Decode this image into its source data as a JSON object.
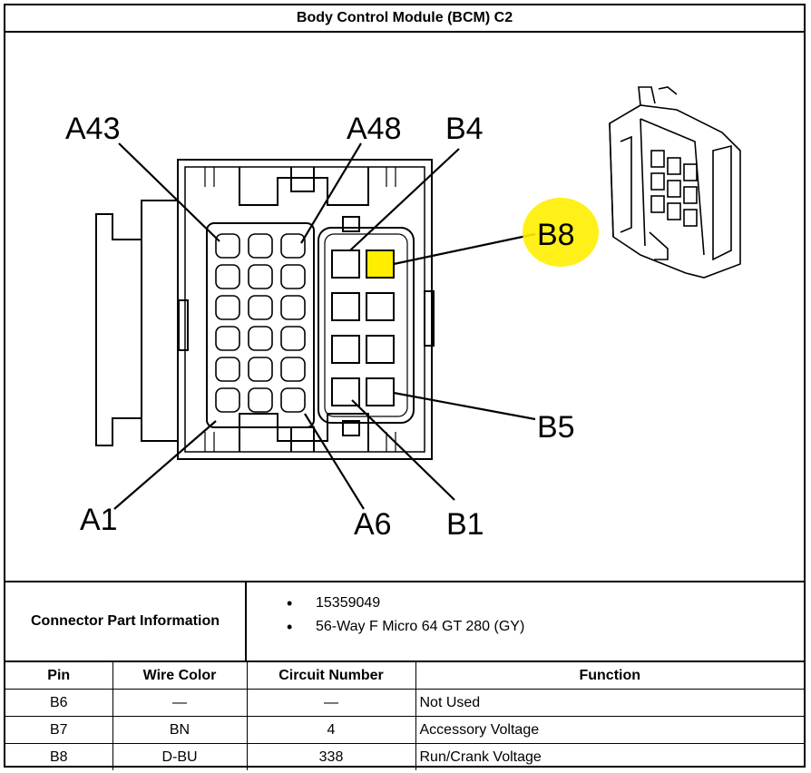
{
  "title": "Body Control Module (BCM) C2",
  "callouts": {
    "a43": "A43",
    "a48": "A48",
    "b4": "B4",
    "b8": "B8",
    "b5": "B5",
    "a1": "A1",
    "a6": "A6",
    "b1": "B1"
  },
  "highlight_color": "#ffee00",
  "connector_info": {
    "label": "Connector Part Information",
    "items": [
      "15359049",
      "56-Way F Micro 64 GT 280 (GY)"
    ]
  },
  "table": {
    "headers": [
      "Pin",
      "Wire Color",
      "Circuit Number",
      "Function"
    ],
    "rows": [
      [
        "B6",
        "—",
        "—",
        "Not Used"
      ],
      [
        "B7",
        "BN",
        "4",
        "Accessory Voltage"
      ],
      [
        "B8",
        "D-BU",
        "338",
        "Run/Crank Voltage"
      ]
    ]
  }
}
